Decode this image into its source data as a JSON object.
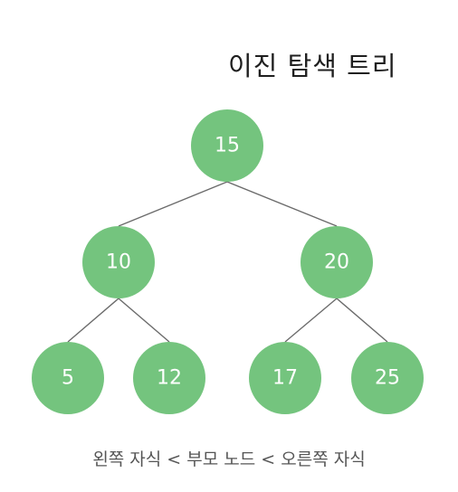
{
  "title": "이진 탐색 트리",
  "caption": "왼쪽 자식 < 부모 노드 < 오른쪽 자식",
  "colors": {
    "node_fill": "#74c47e",
    "edge": "#6b6b6b",
    "node_text": "#ffffff"
  },
  "tree": {
    "nodes": [
      {
        "id": "n15",
        "value": "15",
        "parent": null
      },
      {
        "id": "n10",
        "value": "10",
        "parent": "n15"
      },
      {
        "id": "n20",
        "value": "20",
        "parent": "n15"
      },
      {
        "id": "n5",
        "value": "5",
        "parent": "n10"
      },
      {
        "id": "n12",
        "value": "12",
        "parent": "n10"
      },
      {
        "id": "n17",
        "value": "17",
        "parent": "n20"
      },
      {
        "id": "n25",
        "value": "25",
        "parent": "n20"
      }
    ]
  }
}
